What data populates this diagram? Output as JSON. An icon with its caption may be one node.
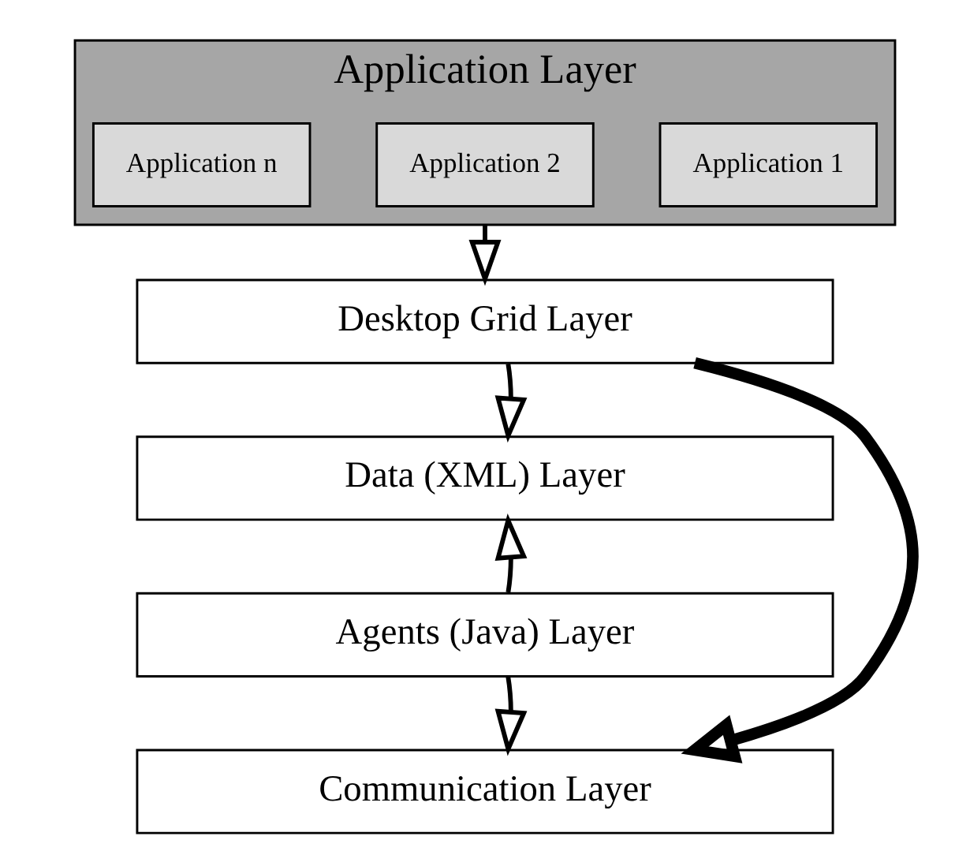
{
  "diagram": {
    "nodes": [
      {
        "text": [
          "Application Layer"
        ]
      },
      {
        "text": [
          "Application 1"
        ],
        "in": 0
      },
      {
        "text": [
          "Application 2"
        ],
        "in": 0
      },
      {
        "text": [
          "Application n"
        ],
        "in": 0
      },
      {
        "text": [
          "Desktop Grid Layer"
        ]
      },
      {
        "text": [
          "Data (XML) Layer"
        ]
      },
      {
        "text": [
          "Agents (Java) Layer"
        ]
      },
      {
        "text": [
          "Communication Layer"
        ]
      }
    ],
    "edges": [
      {
        "from": 0,
        "to": 4,
        "arrow": "to"
      },
      {
        "from": 4,
        "to": 5,
        "arrow": "to"
      },
      {
        "from": 6,
        "to": 5,
        "arrow": "to"
      },
      {
        "from": 6,
        "to": 7,
        "arrow": "to"
      },
      {
        "from": 4,
        "to": 7,
        "arrow": "to",
        "style": "thick"
      }
    ]
  }
}
